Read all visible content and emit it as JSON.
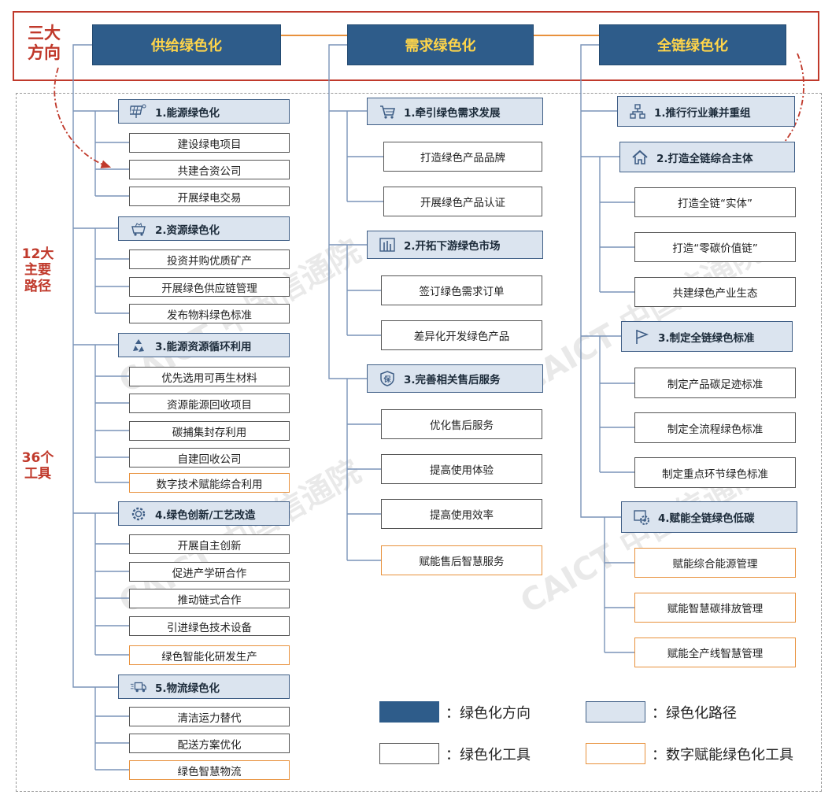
{
  "side_labels": {
    "three_directions": "三大\n方向",
    "twelve_paths": "12大\n主要\n路径",
    "thirtysix_tools": "36个\n工具"
  },
  "watermark": "CAICT 中国信通院",
  "directions": [
    {
      "label": "供给绿色化",
      "paths": [
        {
          "label": "1.能源绿色化",
          "icon": "solar-panel-icon",
          "tools": [
            {
              "label": "建设绿电项目",
              "digital": false
            },
            {
              "label": "共建合资公司",
              "digital": false
            },
            {
              "label": "开展绿电交易",
              "digital": false
            }
          ]
        },
        {
          "label": "2.资源绿色化",
          "icon": "mining-cart-icon",
          "tools": [
            {
              "label": "投资并购优质矿产",
              "digital": false
            },
            {
              "label": "开展绿色供应链管理",
              "digital": false
            },
            {
              "label": "发布物料绿色标准",
              "digital": false
            }
          ]
        },
        {
          "label": "3.能源资源循环利用",
          "icon": "recycle-icon",
          "tools": [
            {
              "label": "优先选用可再生材料",
              "digital": false
            },
            {
              "label": "资源能源回收项目",
              "digital": false
            },
            {
              "label": "碳捕集封存利用",
              "digital": false
            },
            {
              "label": "自建回收公司",
              "digital": false
            },
            {
              "label": "数字技术赋能综合利用",
              "digital": true
            }
          ]
        },
        {
          "label": "4.绿色创新/工艺改造",
          "icon": "gear-innovation-icon",
          "tools": [
            {
              "label": "开展自主创新",
              "digital": false
            },
            {
              "label": "促进产学研合作",
              "digital": false
            },
            {
              "label": "推动链式合作",
              "digital": false
            },
            {
              "label": "引进绿色技术设备",
              "digital": false
            },
            {
              "label": "绿色智能化研发生产",
              "digital": true
            }
          ]
        },
        {
          "label": "5.物流绿色化",
          "icon": "delivery-truck-icon",
          "tools": [
            {
              "label": "清洁运力替代",
              "digital": false
            },
            {
              "label": "配送方案优化",
              "digital": false
            },
            {
              "label": "绿色智慧物流",
              "digital": true
            }
          ]
        }
      ]
    },
    {
      "label": "需求绿色化",
      "paths": [
        {
          "label": "1.牵引绿色需求发展",
          "icon": "shopping-cart-icon",
          "tools": [
            {
              "label": "打造绿色产品品牌",
              "digital": false
            },
            {
              "label": "开展绿色产品认证",
              "digital": false
            }
          ]
        },
        {
          "label": "2.开拓下游绿色市场",
          "icon": "market-chart-icon",
          "tools": [
            {
              "label": "签订绿色需求订单",
              "digital": false
            },
            {
              "label": "差异化开发绿色产品",
              "digital": false
            }
          ]
        },
        {
          "label": "3.完善相关售后服务",
          "icon": "shield-bao-icon",
          "tools": [
            {
              "label": "优化售后服务",
              "digital": false
            },
            {
              "label": "提高使用体验",
              "digital": false
            },
            {
              "label": "提高使用效率",
              "digital": false
            },
            {
              "label": "赋能售后智慧服务",
              "digital": true
            }
          ]
        }
      ]
    },
    {
      "label": "全链绿色化",
      "paths": [
        {
          "label": "1.推行行业兼并重组",
          "icon": "org-chart-icon",
          "tools": []
        },
        {
          "label": "2.打造全链综合主体",
          "icon": "home-icon",
          "tools": [
            {
              "label": "打造全链“实体”",
              "digital": false
            },
            {
              "label": "打造“零碳价值链”",
              "digital": false
            },
            {
              "label": "共建绿色产业生态",
              "digital": false
            }
          ]
        },
        {
          "label": "3.制定全链绿色标准",
          "icon": "flag-icon",
          "tools": [
            {
              "label": "制定产品碳足迹标准",
              "digital": false
            },
            {
              "label": "制定全流程绿色标准",
              "digital": false
            },
            {
              "label": "制定重点环节绿色标准",
              "digital": false
            }
          ]
        },
        {
          "label": "4.赋能全链绿色低碳",
          "icon": "digital-gear-icon",
          "tools": [
            {
              "label": "赋能综合能源管理",
              "digital": true
            },
            {
              "label": "赋能智慧碳排放管理",
              "digital": true
            },
            {
              "label": "赋能全产线智慧管理",
              "digital": true
            }
          ]
        }
      ]
    }
  ],
  "legend": [
    {
      "kind": "direction",
      "label": "：绿色化方向"
    },
    {
      "kind": "path",
      "label": "：绿色化路径"
    },
    {
      "kind": "tool",
      "label": "：绿色化工具"
    },
    {
      "kind": "digital",
      "label": "：数字赋能绿色化工具"
    }
  ],
  "colors": {
    "direction_fill": "#2e5c8a",
    "direction_text": "#ffd54a",
    "path_fill": "#dbe4ef",
    "path_border": "#3f5e86",
    "tool_border": "#555555",
    "digital_border": "#e8913c",
    "connector": "#7a94b8",
    "arrow_orange": "#e8913c",
    "accent_red": "#c0392b"
  }
}
